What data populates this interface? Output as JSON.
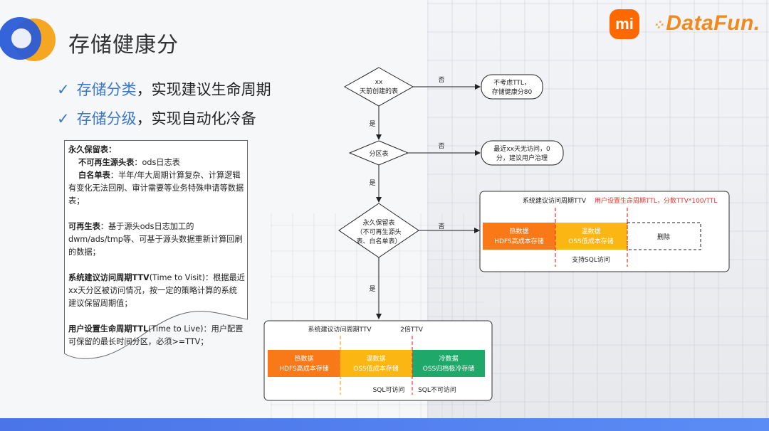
{
  "title": "存储健康分",
  "bullets": [
    {
      "highlight": "存储分类",
      "rest": "，实现建议生命周期"
    },
    {
      "highlight": "存储分级",
      "rest": "，实现自动化冷备"
    }
  ],
  "logos": {
    "mi": "mi",
    "datafun": "DataFun."
  },
  "note": {
    "permanent_heading": "永久保留表：",
    "nonregen_label": "不可再生源头表",
    "nonregen_text": "：ods日志表",
    "whitelist_label": "白名单表",
    "whitelist_text": "：半年/年大周期计算复杂、计算逻辑有变化无法回刷、审计需要等业务特殊申请等数据表；",
    "regen_label": "可再生表",
    "regen_text": "：基于源头ods日志加工的dwm/ads/tmp等、可基于源头数据重新计算回刷的数据；",
    "ttv_label": "系统建议访问周期TTV",
    "ttv_text": "(Time to Visit)：根据最近xx天分区被访问情况，按一定的策略计算的系统建议保留周期值；",
    "ttl_label": "用户设置生命周期TTL",
    "ttl_text": "(Time to Live)：用户配置可保留的最长时间分区，必须>=TTV；"
  },
  "flow": {
    "d1_line1": "xx",
    "d1_line2": "天前创建的表",
    "d1_no": "否",
    "r1_line1": "不考虑TTL，",
    "r1_line2": "存储健康分80",
    "d1_yes": "是",
    "d2": "分区表",
    "d2_no": "否",
    "r2_line1": "最近xx天无访问，0",
    "r2_line2": "分，建议用户治理",
    "d2_yes": "是",
    "d3_line1": "永久保留表",
    "d3_line2": "（不可再生源头",
    "d3_line3": "表、白名单表）",
    "d3_no": "否",
    "d3_yes": "是"
  },
  "panel_top": {
    "ttv_label": "系统建议访问周期TTV",
    "ttl_label": "用户设置生命周期TTL，分数TTV*100/TTL",
    "hot_line1": "热数据",
    "hot_line2": "HDFS高成本存储",
    "warm_line1": "温数据",
    "warm_line2": "OSS低成本存储",
    "delete": "删除",
    "sql_support": "支持SQL访问"
  },
  "panel_bottom": {
    "ttv_label": "系统建议访问周期TTV",
    "ttv2_label": "2倍TTV",
    "hot_line1": "热数据",
    "hot_line2": "HDFS高成本存储",
    "warm_line1": "温数据",
    "warm_line2": "OSS低成本存储",
    "cold_line1": "冷数据",
    "cold_line2": "OSS归档极冷存储",
    "sql_yes": "SQL可访问",
    "sql_no": "SQL不可访问"
  },
  "colors": {
    "hot": "#f97818",
    "warm": "#fcb614",
    "cold": "#1ea86a",
    "accent_red": "#e8352b",
    "blue": "#3b76c9"
  }
}
